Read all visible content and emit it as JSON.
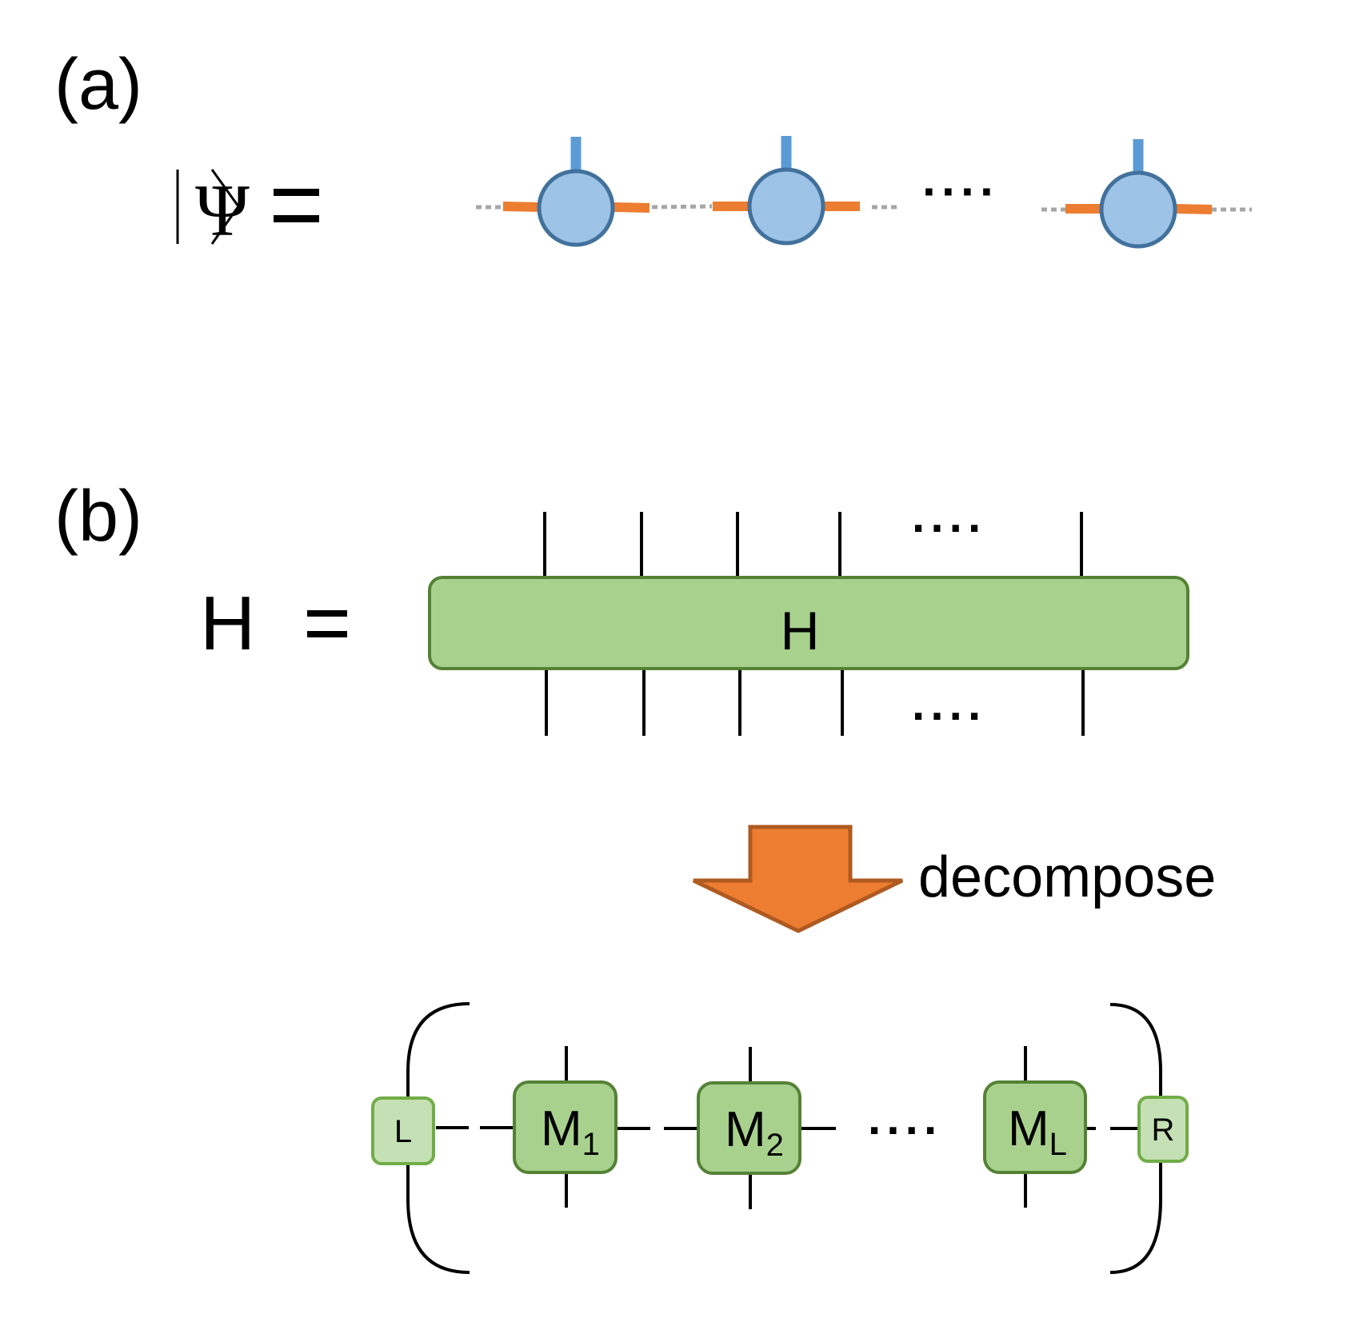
{
  "panel_a": {
    "label": "(a)",
    "lhs_symbol": "Ψ",
    "equals": "=",
    "ellipsis": "····",
    "colors": {
      "site_fill": "#9dc3e6",
      "site_stroke": "#41719c",
      "physical_leg": "#5b9bd5",
      "bond_leg": "#ed7d31",
      "dotted_bond": "#a6a6a6"
    }
  },
  "panel_b": {
    "label": "(b)",
    "lhs": "H",
    "equals": "=",
    "operator_label": "H",
    "ellipsis_top": "····",
    "ellipsis_bottom": "····",
    "arrow_label": "decompose",
    "mpo": {
      "left_boundary": "L",
      "right_boundary": "R",
      "tensors": [
        {
          "base": "M",
          "sub": "1"
        },
        {
          "base": "M",
          "sub": "2"
        },
        {
          "base": "M",
          "sub": "L"
        }
      ],
      "ellipsis": "····"
    },
    "colors": {
      "operator_fill": "#a9d18e",
      "operator_stroke": "#548235",
      "boundary_fill": "#c5e0b4",
      "boundary_stroke": "#70ad47",
      "arrow_fill": "#ed7d31",
      "arrow_stroke": "#ae5a21"
    }
  }
}
